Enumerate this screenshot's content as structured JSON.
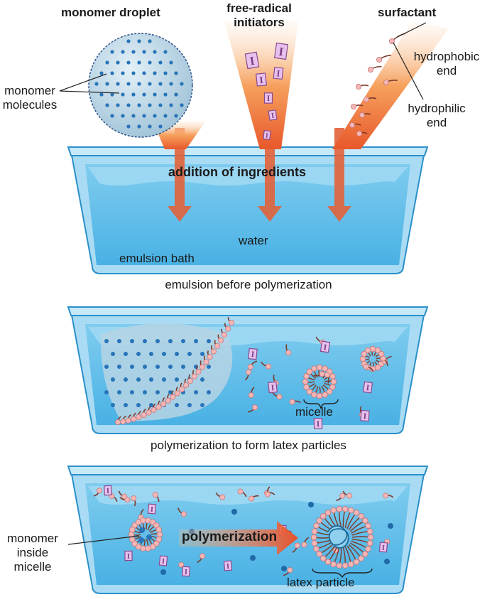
{
  "top_labels": {
    "monomer_droplet": "monomer droplet",
    "free_radical_line1": "free-radical",
    "free_radical_line2": "initiators",
    "surfactant": "surfactant",
    "hydrophobic_line1": "hydrophobic",
    "hydrophobic_line2": "end",
    "hydrophilic_line1": "hydrophilic",
    "hydrophilic_line2": "end",
    "monomer_molecules_line1": "monomer",
    "monomer_molecules_line2": "molecules"
  },
  "bath1": {
    "addition": "addition of ingredients",
    "water": "water",
    "emulsion_bath": "emulsion bath",
    "caption": "emulsion before polymerization"
  },
  "bath2": {
    "micelle": "micelle",
    "caption": "polymerization to form latex particles"
  },
  "bath3": {
    "monomer_inside_line1": "monomer",
    "monomer_inside_line2": "inside",
    "monomer_inside_line3": "micelle",
    "polymerization": "polymerization",
    "latex_particle": "latex particle"
  },
  "initiator_glyph": "I",
  "colors": {
    "water": "#5bbde9",
    "tank_rim": "#a9dcf4",
    "tank_edge": "#2b8fca",
    "droplet": "#b9d6e6",
    "monomer_dot": "#2774b8",
    "surfactant_head": "#f4b6b6",
    "surfactant_tail": "#7a3b2a",
    "initiator": "#c98ad0",
    "arrow": "#e2623a"
  }
}
